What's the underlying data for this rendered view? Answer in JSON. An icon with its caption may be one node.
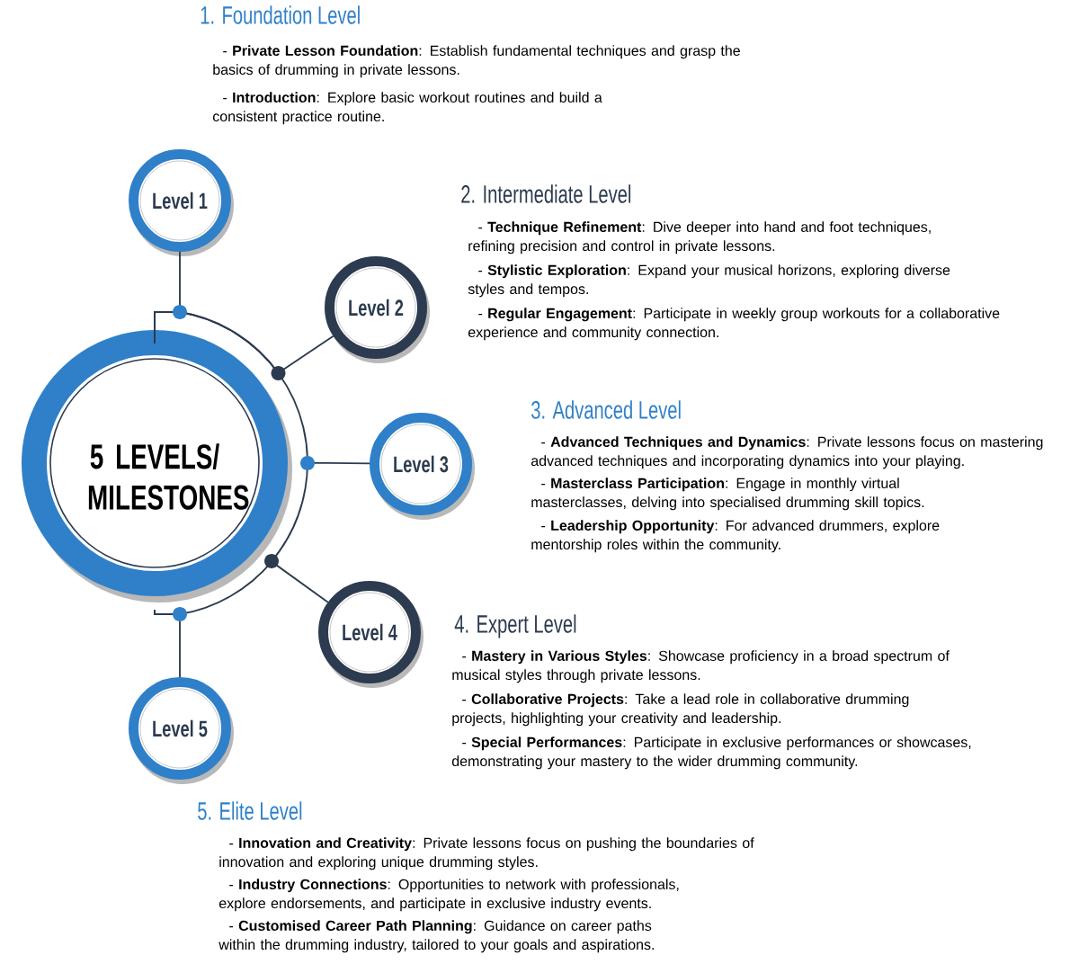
{
  "diagram": {
    "nodes": [
      {
        "text": [
          "5 LEVELS/ MILESTONES"
        ]
      },
      {
        "text": [
          "Level 1"
        ]
      },
      {
        "text": [
          "Level 2"
        ]
      },
      {
        "text": [
          "Level 3"
        ]
      },
      {
        "text": [
          "Level 4"
        ]
      },
      {
        "text": [
          "Level 5"
        ]
      }
    ],
    "edges": [
      {
        "from": 0,
        "to": 1,
        "arrow": "none"
      },
      {
        "from": 0,
        "to": 2,
        "arrow": "none"
      },
      {
        "from": 0,
        "to": 3,
        "arrow": "none"
      },
      {
        "from": 0,
        "to": 4,
        "arrow": "none"
      },
      {
        "from": 0,
        "to": 5,
        "arrow": "none"
      }
    ],
    "labels": [
      "1. Foundation Level",
      "- **Private Lesson Foundation**: Establish fundamental techniques and grasp the basics of drumming in private lessons.",
      "- **Introduction**: Explore basic workout routines and build a consistent practice routine.",
      "2. Intermediate Level",
      "- **Technique Refinement**: Dive deeper into hand and foot techniques, refining precision and control in private lessons.",
      "- **Stylistic Exploration**: Expand your musical horizons, exploring diverse styles and tempos.",
      "- **Regular Engagement**: Participate in weekly group workouts for a collaborative experience and community connection.",
      "3. Advanced Level",
      "- **Advanced Techniques and Dynamics**: Private lessons focus on mastering advanced techniques and incorporating dynamics into your playing.",
      "- **Masterclass Participation**: Engage in monthly virtual masterclasses, delving into specialised drumming skill topics.",
      "- **Leadership Opportunity**: For advanced drummers, explore mentorship roles within the community.",
      "4. Expert Level",
      "- **Mastery in Various Styles**: Showcase proficiency in a broad spectrum of musical styles through private lessons.",
      "- **Collaborative Projects**: Take a lead role in collaborative drumming projects, highlighting your creativity and leadership.",
      "- **Special Performances**: Participate in exclusive performances or showcases, demonstrating your mastery to the wider drumming community.",
      "5. Elite Level",
      "- **Innovation and Creativity**: Private lessons focus on pushing the boundaries of innovation and exploring unique drumming styles.",
      "- **Industry Connections**: Opportunities to network with professionals, explore endorsements, and participate in exclusive industry events.",
      "- **Customised Career Path Planning**: Guidance on career paths within the drumming industry, tailored to your goals and aspirations."
    ]
  }
}
